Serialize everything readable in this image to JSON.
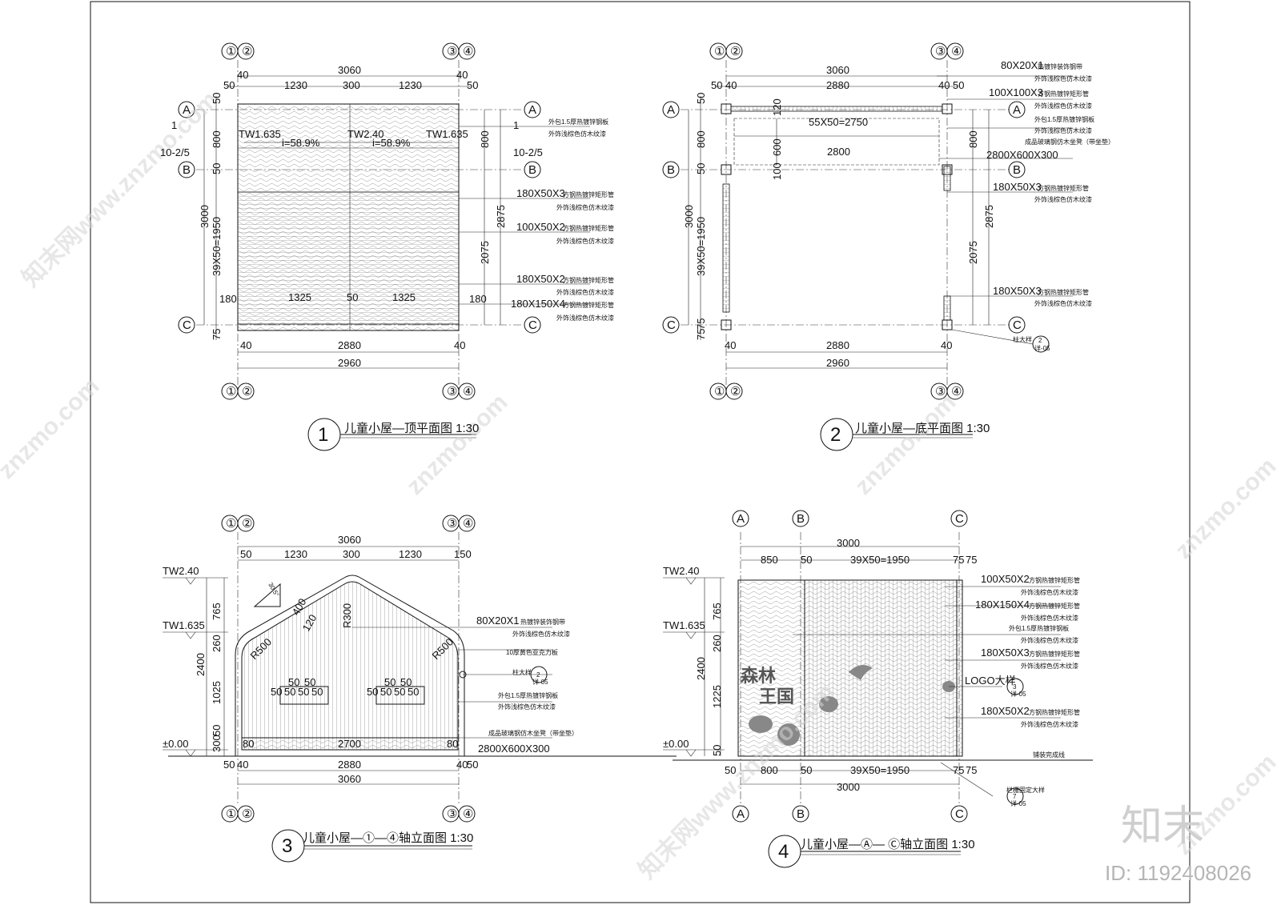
{
  "sheet": {
    "brand_watermark": "知末",
    "id_label": "ID: 1192408026",
    "site_watermark": "znzmo.com",
    "site_watermark_cn": "知末网www.znzmo.com"
  },
  "axes": {
    "num": [
      "①",
      "②",
      "③",
      "④"
    ],
    "let": [
      "A",
      "B",
      "C"
    ]
  },
  "view1": {
    "title": "儿童小屋—顶平面图 1:30",
    "num": "1",
    "dims_top": [
      "3060",
      "50",
      "40",
      "1230",
      "300",
      "1230",
      "40",
      "50"
    ],
    "dims_bottom": [
      "40",
      "2880",
      "40",
      "2960"
    ],
    "dims_left": [
      "50",
      "800",
      "50",
      "3000",
      "39X50=1950",
      "180",
      "75"
    ],
    "dims_right": [
      "800",
      "2875",
      "2075",
      "180"
    ],
    "inner": [
      "1325",
      "50",
      "1325"
    ],
    "levels": [
      "TW1.635",
      "TW2.40",
      "TW1.635"
    ],
    "slopes": [
      "i=58.9%",
      "i=58.9%"
    ],
    "section_mark": [
      "1",
      "10-2/5",
      "1",
      "10-2/5"
    ],
    "notes": [
      {
        "a": "外包1.5厚热镀锌钢板",
        "b": "外饰浅棕色仿木纹漆"
      },
      {
        "a": "180X50X3",
        "b": "方钢热镀锌矩形管"
      },
      {
        "a": "100X50X2",
        "b": "方钢热镀锌矩形管"
      },
      {
        "a": "180X50X2",
        "b": "方钢热镀锌矩形管"
      },
      {
        "a": "180X150X4",
        "b": "方钢热镀锌矩形管"
      }
    ],
    "note_sub": "外饰浅棕色仿木纹漆"
  },
  "view2": {
    "title": "儿童小屋—底平面图 1:30",
    "num": "2",
    "dims_top": [
      "3060",
      "50",
      "40",
      "2880",
      "40",
      "50"
    ],
    "dims_bottom": [
      "40",
      "2880",
      "40",
      "2960"
    ],
    "dims_left": [
      "50",
      "800",
      "50",
      "3000",
      "39X50=1950",
      "75",
      "75"
    ],
    "dims_right": [
      "800",
      "2875",
      "2075"
    ],
    "inner": [
      "55X50=2750",
      "120",
      "600",
      "2800",
      "100"
    ],
    "notes": [
      {
        "a": "80X20X1",
        "b": "热镀锌装饰钢带"
      },
      {
        "a": "100X100X3",
        "b": "方钢热镀锌矩形管"
      },
      {
        "a": "外包1.5厚热镀锌钢板",
        "b": "外饰浅棕色仿木纹漆"
      },
      {
        "a": "成品玻璃钢仿木坐凳（带坐垫）",
        "b": "2800X600X300"
      },
      {
        "a": "180X50X3",
        "b": "方钢热镀锌矩形管"
      },
      {
        "a": "180X50X3",
        "b": "方钢热镀锌矩形管"
      },
      {
        "a": "柱大样",
        "b": ""
      }
    ],
    "note_sub": "外饰浅棕色仿木纹漆",
    "detail_ref": [
      "2",
      "详-05"
    ]
  },
  "view3": {
    "title": "儿童小屋—①—④轴立面图 1:30",
    "num": "3",
    "dims_top": [
      "3060",
      "50",
      "1230",
      "300",
      "1230",
      "150"
    ],
    "dims_bottom": [
      "50",
      "40",
      "2880",
      "40",
      "50",
      "3060"
    ],
    "dims_left": [
      "765",
      "260",
      "2400",
      "1025",
      "300",
      "50"
    ],
    "levels": [
      "TW2.40",
      "TW1.635",
      "±0.00"
    ],
    "roof": [
      "30.5°",
      "400",
      "120",
      "R300",
      "R500",
      "R500"
    ],
    "window": [
      "50",
      "50",
      "50",
      "50",
      "50",
      "50",
      "50",
      "50",
      "50",
      "50",
      "50",
      "50"
    ],
    "bench": "2700",
    "bench_dims": [
      "80",
      "80"
    ],
    "notes": [
      {
        "a": "80X20X1",
        "b": "热镀锌装饰钢带"
      },
      {
        "a": "10厚黄色亚克力板",
        "b": ""
      },
      {
        "a": "柱大样",
        "b": ""
      },
      {
        "a": "外包1.5厚热镀锌钢板",
        "b": "外饰浅棕色仿木纹漆"
      },
      {
        "a": "成品玻璃钢仿木坐凳（带坐垫）",
        "b": "2800X600X300"
      }
    ],
    "note_sub": "外饰浅棕色仿木纹漆",
    "detail_ref": [
      "2",
      "详-05"
    ]
  },
  "view4": {
    "title": "儿童小屋—Ⓐ— Ⓒ轴立面图 1:30",
    "num": "4",
    "dims_top": [
      "3000",
      "850",
      "50",
      "39X50=1950",
      "75",
      "75"
    ],
    "dims_bottom": [
      "50",
      "800",
      "50",
      "39X50=1950",
      "75",
      "75",
      "3000"
    ],
    "dims_left": [
      "765",
      "260",
      "2400",
      "1225",
      "50"
    ],
    "levels": [
      "TW2.40",
      "TW1.635",
      "±0.00"
    ],
    "sign": [
      "森林",
      "王国"
    ],
    "notes": [
      {
        "a": "100X50X2",
        "b": "方钢热镀锌矩形管"
      },
      {
        "a": "180X150X4",
        "b": "方钢热镀锌矩形管"
      },
      {
        "a": "外包1.5厚热镀锌钢板",
        "b": "外饰浅棕色仿木纹漆"
      },
      {
        "a": "180X50X3",
        "b": "方钢热镀锌矩形管"
      },
      {
        "a": "LOGO大样",
        "b": ""
      },
      {
        "a": "180X50X2",
        "b": "方钢热镀锌矩形管"
      },
      {
        "a": "铺装完成线",
        "b": ""
      },
      {
        "a": "栏栅固定大样",
        "b": ""
      }
    ],
    "note_sub": "外饰浅棕色仿木纹漆",
    "logo_ref": [
      "3",
      "详-05"
    ],
    "fix_ref": [
      "7",
      "详-05"
    ]
  }
}
